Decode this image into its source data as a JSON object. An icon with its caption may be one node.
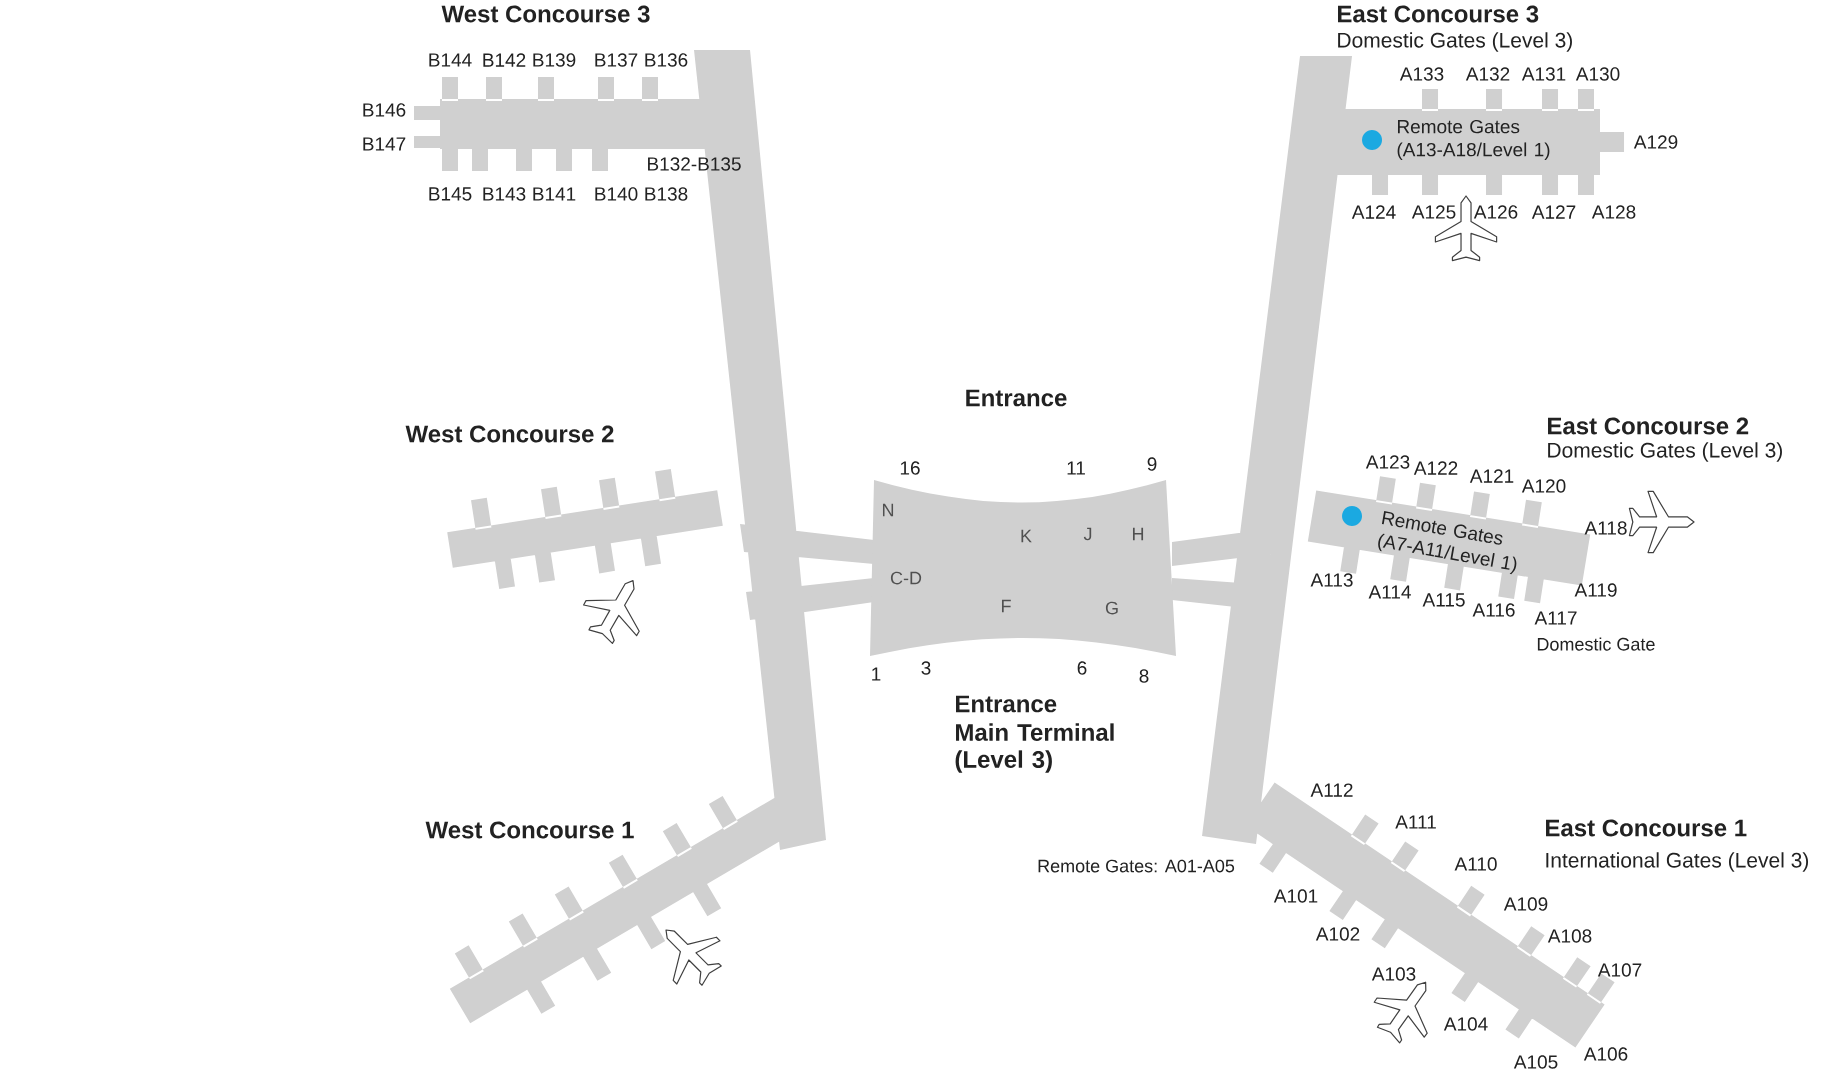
{
  "diagram": {
    "nodes": [
      {
        "text": [
          "N",
          "K",
          "J",
          "H",
          "C-D",
          "F",
          "G"
        ],
        "beside": [
          "16",
          "11",
          "9",
          "1",
          "3",
          "6",
          "8"
        ]
      }
    ],
    "labels": [
      "West Concourse 3",
      "B144",
      "B142",
      "B139",
      "B137",
      "B136",
      "B146",
      "B147",
      "B132-B135",
      "B145",
      "B143",
      "B141",
      "B140",
      "B138",
      "East Concourse 3",
      "Domestic Gates (Level 3)",
      "A133",
      "A132",
      "A131",
      "A130",
      "Remote Gates (A13-A18/Level 1)",
      "A129",
      "A124",
      "A125",
      "A126",
      "A127",
      "A128",
      "Entrance",
      "West Concourse 2",
      "East Concourse 2",
      "Domestic Gates (Level 3)",
      "A123",
      "A122",
      "A121",
      "A120",
      "Remote Gates (A7-A11/Level 1)",
      "A118",
      "A113",
      "A114",
      "A115",
      "A116",
      "A119",
      "A117",
      "Domestic Gate",
      "Entrance",
      "Main Terminal (Level 3)",
      "West Concourse 1",
      "A112",
      "A111",
      "A110",
      "East Concourse 1",
      "International Gates (Level 3)",
      "Remote Gates: A01-A05",
      "A101",
      "A109",
      "A102",
      "A108",
      "A103",
      "A107",
      "A104",
      "A106",
      "A105"
    ]
  }
}
